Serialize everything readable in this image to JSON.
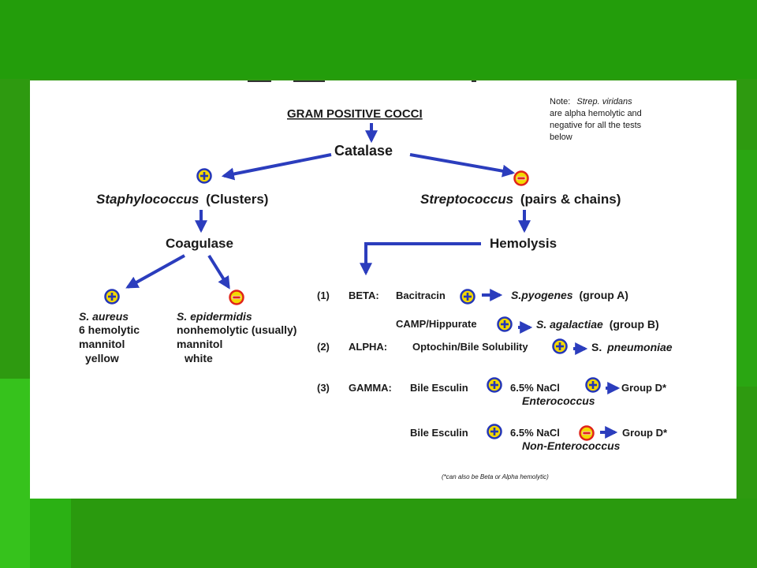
{
  "colors": {
    "background_green": "#2e9a10",
    "arrow_blue": "#2b3dbd",
    "badge_yellow": "#f3d800",
    "minus_red": "#e0241a"
  },
  "diagram": {
    "title": "GRAM POSITIVE COCCI",
    "note": {
      "prefix": "Note:",
      "organism": "Strep. viridans",
      "line2": "are alpha hemolytic and",
      "line3": "negative for all the tests",
      "line4": "below"
    },
    "catalase": "Catalase",
    "staph": {
      "genus": "Staphylococcus",
      "detail": "(Clusters)"
    },
    "strep": {
      "genus": "Streptococcus",
      "detail": "(pairs & chains)"
    },
    "coagulase": "Coagulase",
    "hemolysis": "Hemolysis",
    "s_aureus": {
      "name": "S. aureus",
      "line1": "6 hemolytic",
      "line2": "mannitol",
      "line3": "yellow"
    },
    "s_epidermidis": {
      "name": "S. epidermidis",
      "line1": "nonhemolytic (usually)",
      "line2": "mannitol",
      "line3": "white"
    },
    "beta": {
      "num": "(1)",
      "label": "BETA:",
      "test": "Bacitracin",
      "result_species": "S.pyogenes",
      "result_group": "(group A)",
      "camp_test": "CAMP/Hippurate",
      "camp_species": "S. agalactiae",
      "camp_group": "(group B)"
    },
    "alpha": {
      "num": "(2)",
      "label": "ALPHA:",
      "test": "Optochin/Bile Solubility",
      "result_prefix": "S.",
      "result_species": "pneumoniae"
    },
    "gamma": {
      "num": "(3)",
      "label": "GAMMA:",
      "test1": "Bile Esculin",
      "test2": "6.5% NaCl",
      "result": "Group D*",
      "subgroup": "Enterococcus",
      "row2_test1": "Bile Esculin",
      "row2_test2": "6.5% NaCl",
      "row2_result": "Group D*",
      "row2_subgroup": "Non-Enterococcus"
    },
    "footnote": "(*can also be Beta or Alpha hemolytic)"
  }
}
